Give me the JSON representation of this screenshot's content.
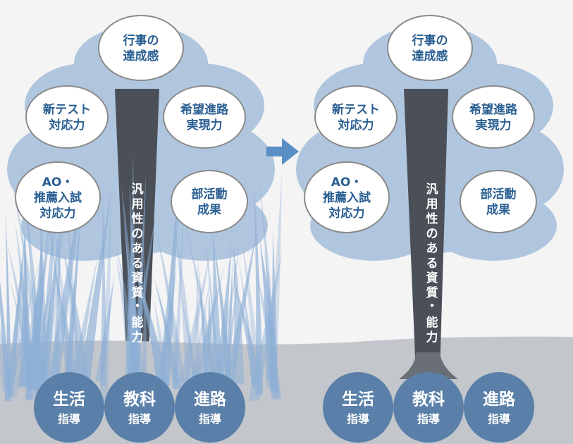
{
  "colors": {
    "background": "#f4f4f5",
    "canopy": "#a9c2dc",
    "trunk": "#4a4f58",
    "ground": "#c3c6cb",
    "grass": "#8fb0d6",
    "bubble_fill": "#ffffff",
    "bubble_stroke": "#8a8a8a",
    "bubble_text": "#2a5f92",
    "foundation_circle": "#5a7fa8",
    "arrow": "#5a8fc6"
  },
  "left_tree": {
    "bubbles": [
      {
        "line1": "行事の",
        "line2": "達成感"
      },
      {
        "line1": "新テスト",
        "line2": "対応力"
      },
      {
        "line1": "希望進路",
        "line2": "実現力"
      },
      {
        "line1": "AO・",
        "line2": "推薦入試",
        "line3": "対応力"
      },
      {
        "line1": "部活動",
        "line2": "成果"
      }
    ],
    "trunk_label": "汎用性のある資質・能力",
    "foundations": [
      {
        "main": "生活",
        "sub": "指導"
      },
      {
        "main": "教科",
        "sub": "指導"
      },
      {
        "main": "進路",
        "sub": "指導"
      }
    ],
    "has_weeds": true
  },
  "right_tree": {
    "bubbles": [
      {
        "line1": "行事の",
        "line2": "達成感"
      },
      {
        "line1": "新テスト",
        "line2": "対応力"
      },
      {
        "line1": "希望進路",
        "line2": "実現力"
      },
      {
        "line1": "AO・",
        "line2": "推薦入試",
        "line3": "対応力"
      },
      {
        "line1": "部活動",
        "line2": "成果"
      }
    ],
    "trunk_label": "汎用性のある資質・能力",
    "foundations": [
      {
        "main": "生活",
        "sub": "指導"
      },
      {
        "main": "教科",
        "sub": "指導"
      },
      {
        "main": "進路",
        "sub": "指導"
      }
    ],
    "has_weeds": false
  },
  "arrow": {
    "icon": "right-arrow-icon",
    "direction": "right"
  }
}
